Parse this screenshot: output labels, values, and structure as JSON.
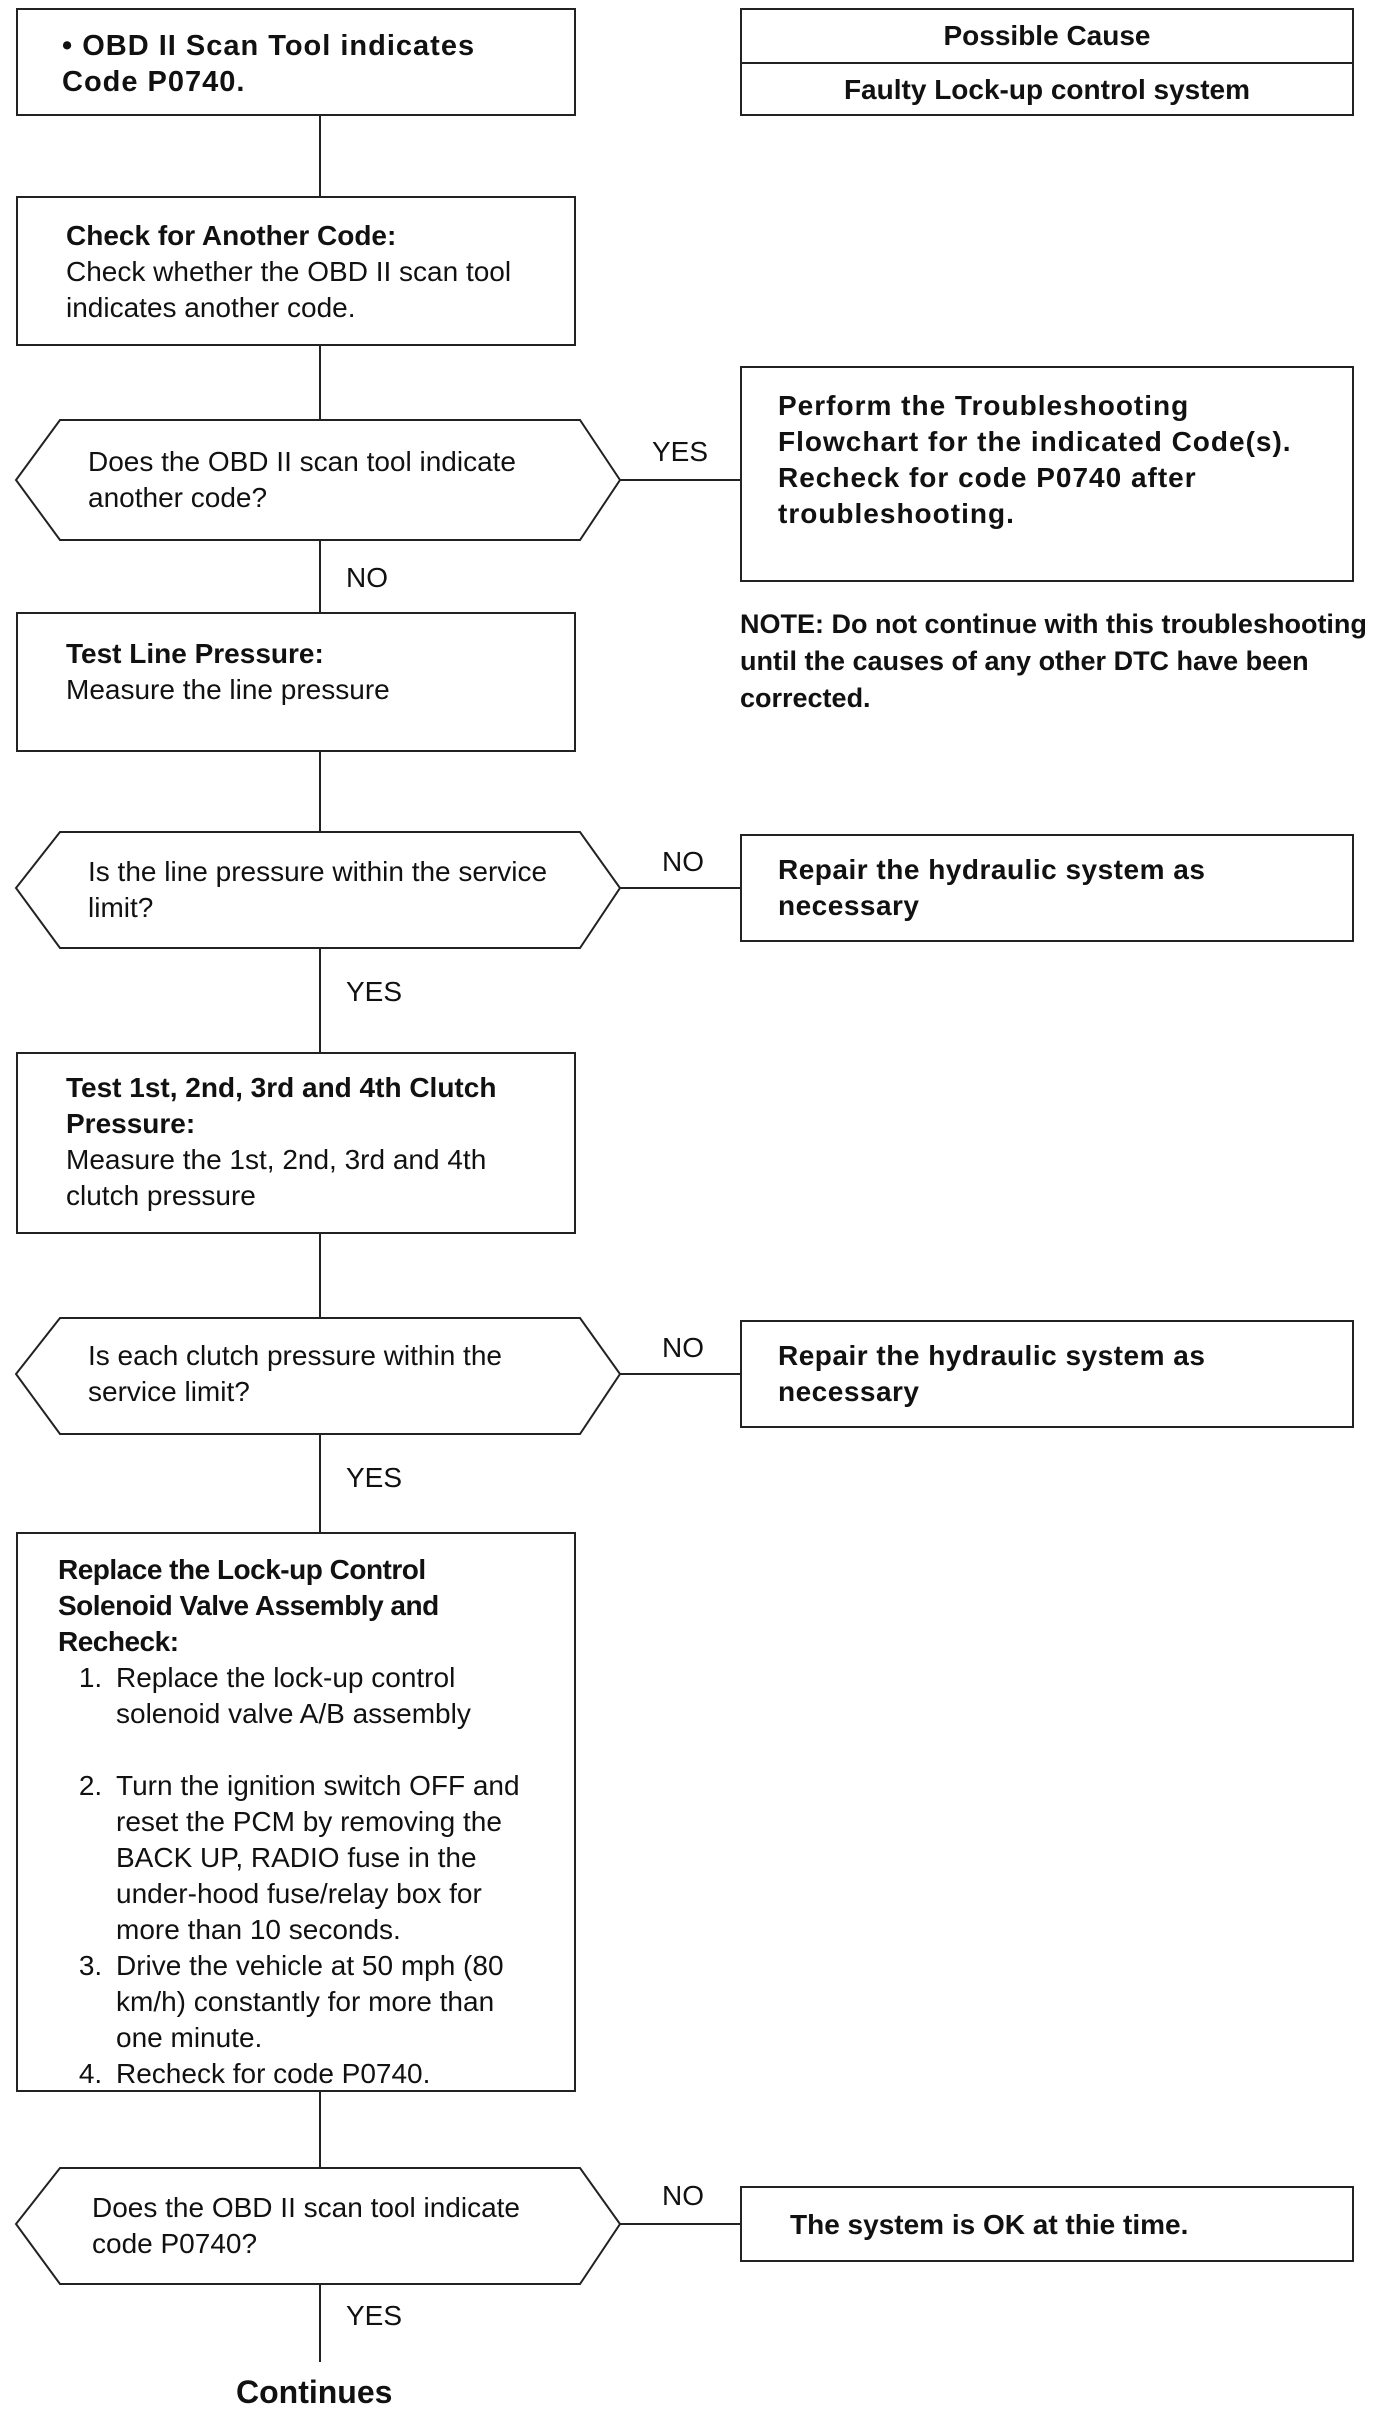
{
  "possible_cause": {
    "header": "Possible Cause",
    "value": "Faulty Lock-up control system"
  },
  "start": {
    "text": "• OBD II Scan Tool indicates Code P0740."
  },
  "step_check_code": {
    "title": "Check for Another Code",
    "body": "Check whether the OBD II scan tool indicates another code."
  },
  "decision_another_code": {
    "text": "Does the OBD II scan tool indicate another code?",
    "yes": "YES",
    "no": "NO"
  },
  "side_perform": {
    "line1": "Perform the Troubleshooting Flowchart for the indicated Code(s).",
    "line2": "Recheck for code P0740 after troubleshooting."
  },
  "note": "NOTE:  Do not continue with this troubleshooting until the causes of any other DTC have been corrected.",
  "step_line_pressure": {
    "title": "Test Line Pressure",
    "body": "Measure the line pressure"
  },
  "decision_line_pressure": {
    "text": "Is the line pressure within the service limit?",
    "yes": "YES",
    "no": "NO"
  },
  "side_repair_1": "Repair the hydraulic system as necessary",
  "step_clutch_pressure": {
    "title": "Test 1st, 2nd, 3rd and 4th Clutch Pressure",
    "body": "Measure the 1st, 2nd, 3rd and 4th clutch pressure"
  },
  "decision_clutch_pressure": {
    "text": "Is each clutch pressure within the service limit?",
    "yes": "YES",
    "no": "NO"
  },
  "side_repair_2": "Repair the hydraulic system as necessary",
  "step_replace": {
    "title": "Replace the Lock-up Control Solenoid Valve Assembly and Recheck",
    "steps": [
      "Replace the lock-up control solenoid valve A/B assembly",
      "Turn the ignition switch OFF and reset the PCM by removing the BACK UP, RADIO fuse in the under-hood fuse/relay box for more than 10 seconds.",
      "Drive the vehicle at 50 mph (80 km/h) constantly for more than one minute.",
      "Recheck for code P0740."
    ]
  },
  "decision_final": {
    "text": "Does the OBD II scan tool indicate code P0740?",
    "yes": "YES",
    "no": "NO"
  },
  "side_ok": "The system is OK at thie time.",
  "continues": "Continues"
}
